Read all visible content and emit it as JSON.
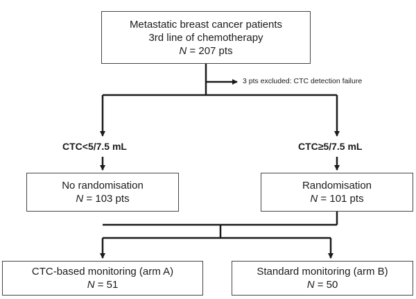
{
  "top_box": {
    "line1": "Metastatic breast cancer patients",
    "line2": "3rd line of chemotherapy",
    "n_symbol": "N",
    "n_value": " = 207 pts"
  },
  "exclusion_note": "3 pts excluded: CTC detection failure",
  "left_branch": {
    "label": "CTC<5/7.5 mL",
    "title": "No randomisation",
    "n_symbol": "N",
    "n_value": " = 103 pts"
  },
  "right_branch": {
    "label": "CTC≥5/7.5 mL",
    "title": "Randomisation",
    "n_symbol": "N",
    "n_value": " = 101 pts"
  },
  "arm_a": {
    "title": "CTC-based monitoring (arm A)",
    "n_symbol": "N",
    "n_value": " = 51"
  },
  "arm_b": {
    "title": "Standard monitoring (arm B)",
    "n_symbol": "N",
    "n_value": " = 50"
  }
}
